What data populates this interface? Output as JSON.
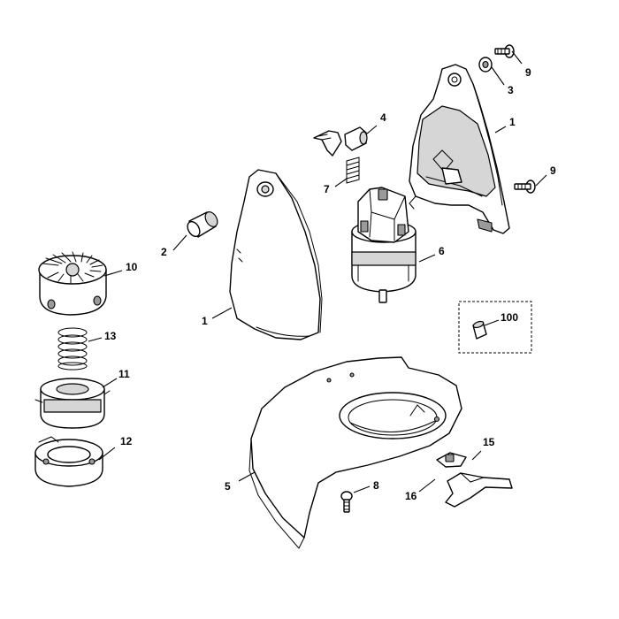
{
  "diagram": {
    "callouts": [
      {
        "id": "c-9-top",
        "label": "9"
      },
      {
        "id": "c-3",
        "label": "3"
      },
      {
        "id": "c-1-right",
        "label": "1"
      },
      {
        "id": "c-4",
        "label": "4"
      },
      {
        "id": "c-7",
        "label": "7"
      },
      {
        "id": "c-9-right",
        "label": "9"
      },
      {
        "id": "c-2",
        "label": "2"
      },
      {
        "id": "c-6",
        "label": "6"
      },
      {
        "id": "c-10",
        "label": "10"
      },
      {
        "id": "c-1-left",
        "label": "1"
      },
      {
        "id": "c-100",
        "label": "100"
      },
      {
        "id": "c-13",
        "label": "13"
      },
      {
        "id": "c-11",
        "label": "11"
      },
      {
        "id": "c-12",
        "label": "12"
      },
      {
        "id": "c-15",
        "label": "15"
      },
      {
        "id": "c-5",
        "label": "5"
      },
      {
        "id": "c-8",
        "label": "8"
      },
      {
        "id": "c-16",
        "label": "16"
      }
    ]
  }
}
